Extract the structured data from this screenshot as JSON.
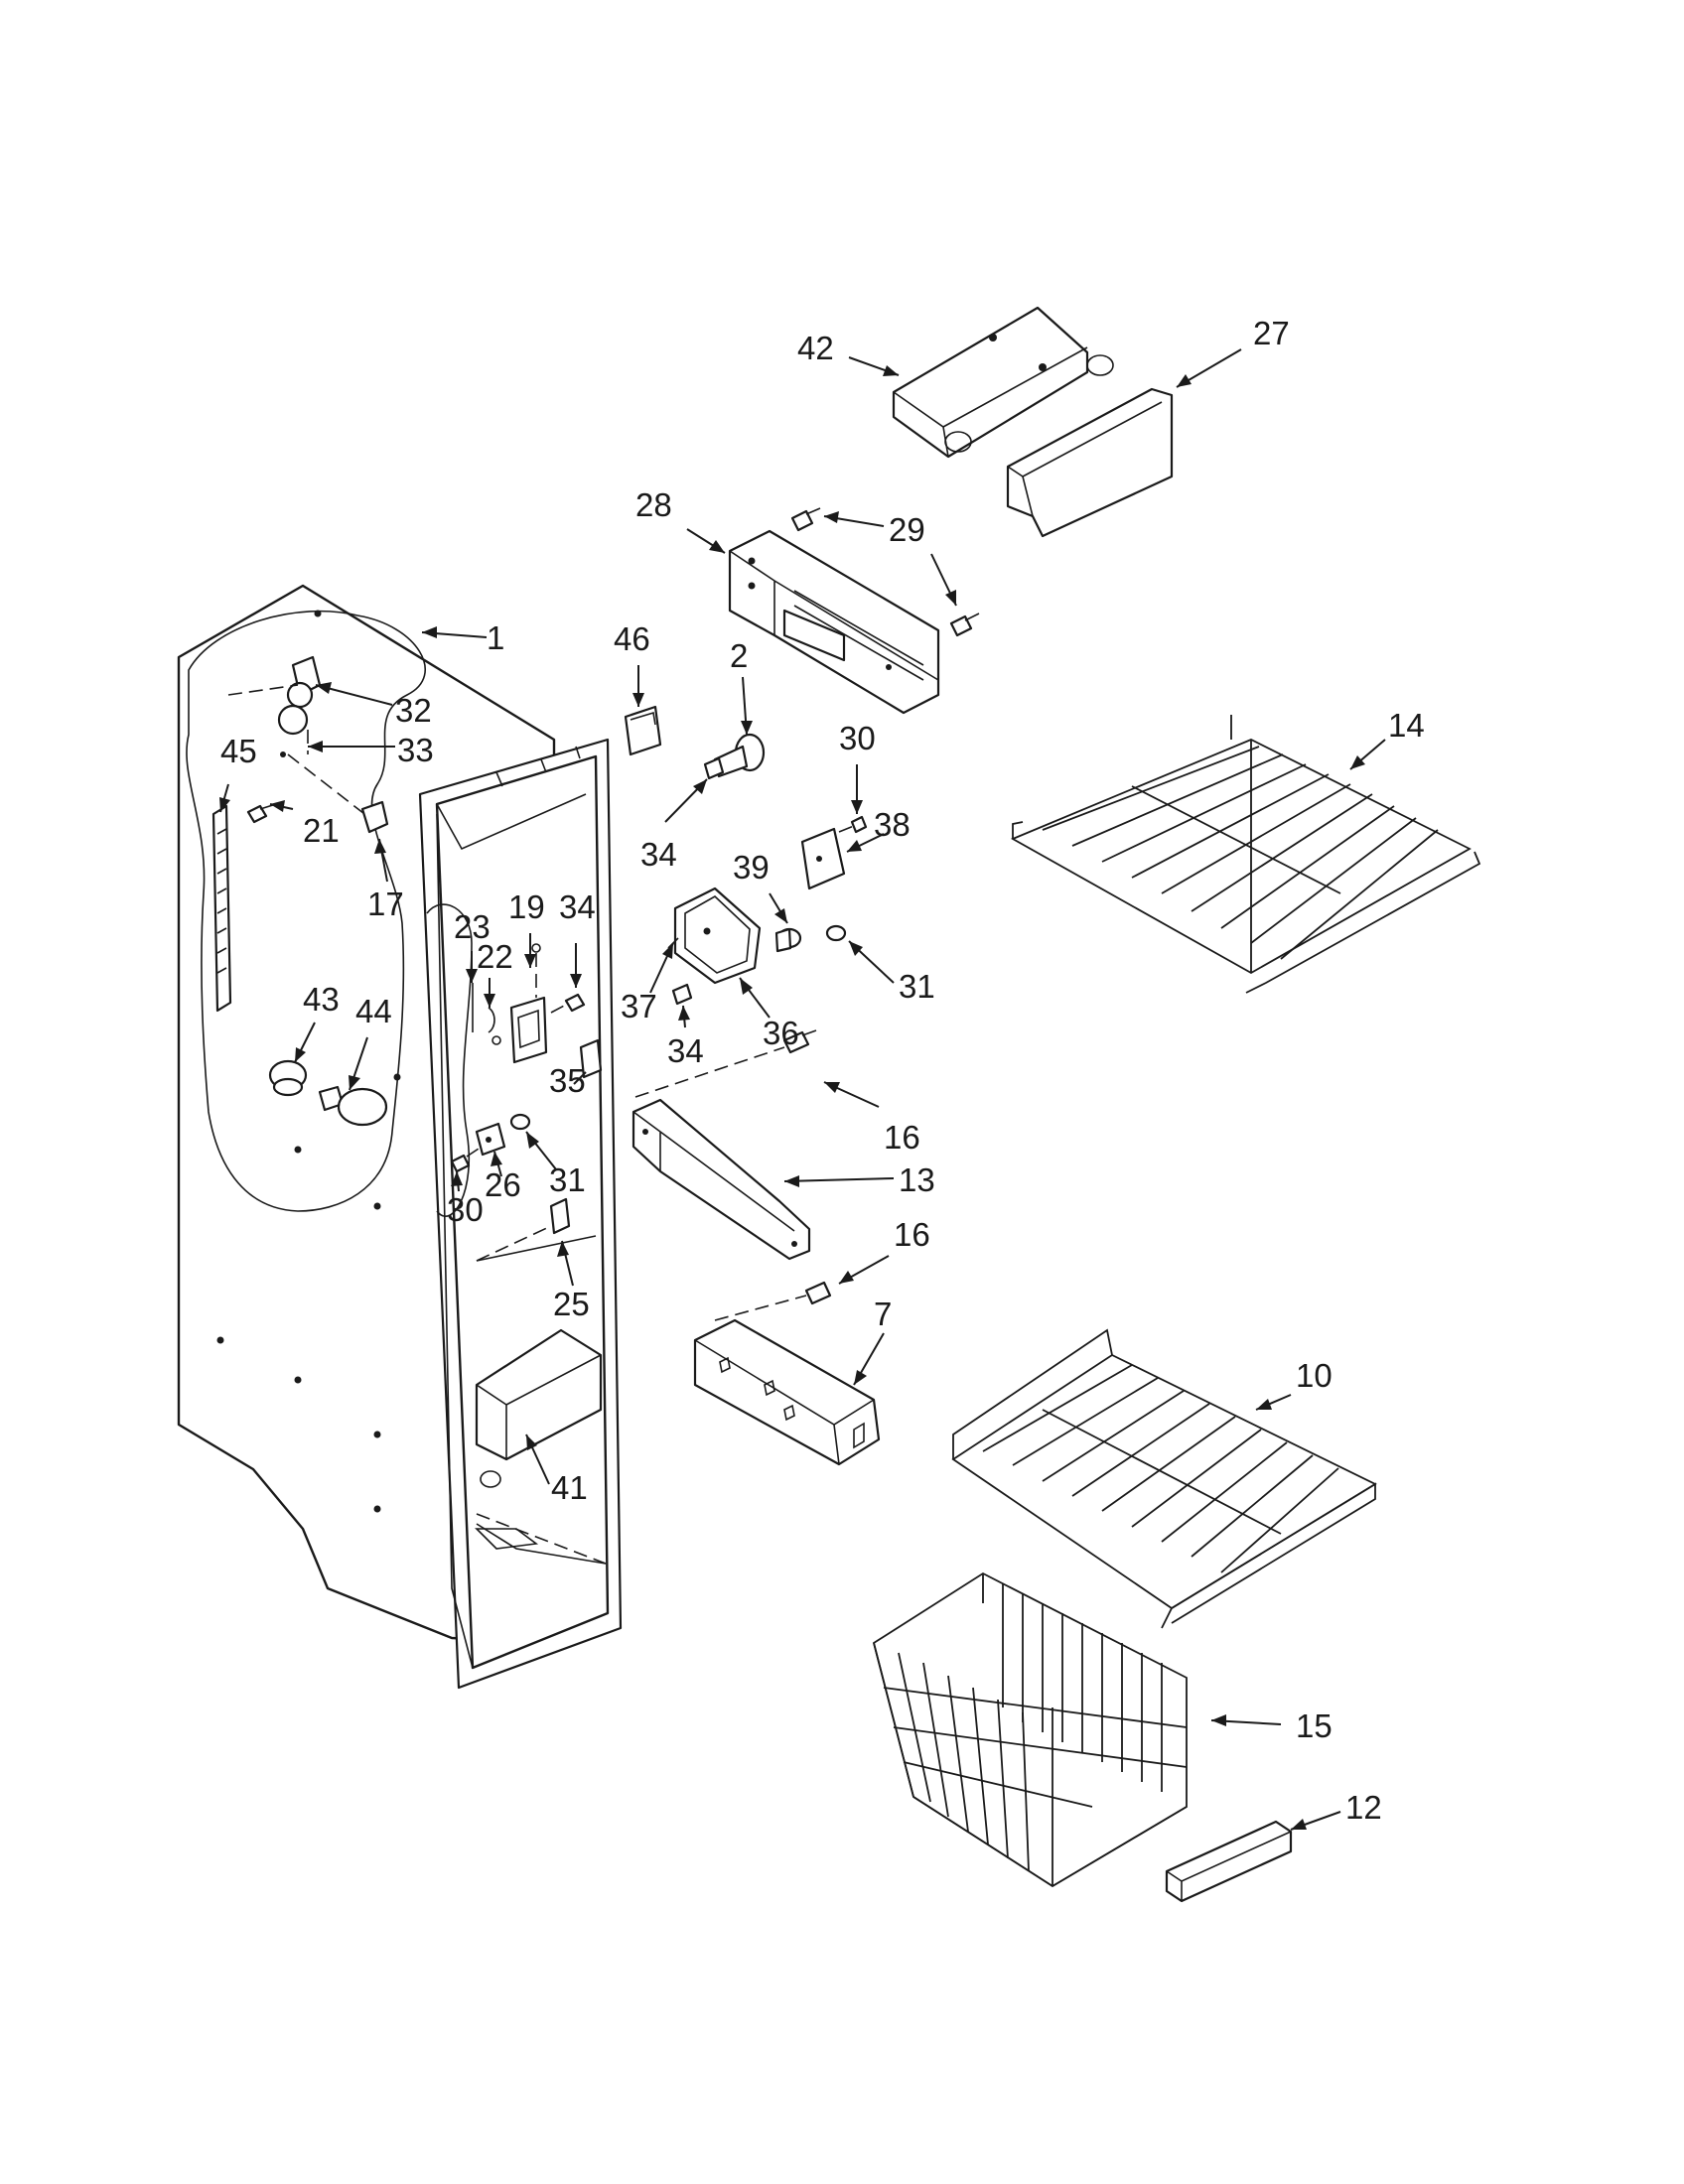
{
  "diagram": {
    "type": "exploded parts diagram",
    "callouts": [
      {
        "id": "c1",
        "text": "1"
      },
      {
        "id": "c2",
        "text": "2"
      },
      {
        "id": "c7",
        "text": "7"
      },
      {
        "id": "c10",
        "text": "10"
      },
      {
        "id": "c12",
        "text": "12"
      },
      {
        "id": "c13",
        "text": "13"
      },
      {
        "id": "c14",
        "text": "14"
      },
      {
        "id": "c15",
        "text": "15"
      },
      {
        "id": "c16a",
        "text": "16"
      },
      {
        "id": "c16b",
        "text": "16"
      },
      {
        "id": "c17",
        "text": "17"
      },
      {
        "id": "c19",
        "text": "19"
      },
      {
        "id": "c21",
        "text": "21"
      },
      {
        "id": "c22",
        "text": "22"
      },
      {
        "id": "c23",
        "text": "23"
      },
      {
        "id": "c25",
        "text": "25"
      },
      {
        "id": "c26",
        "text": "26"
      },
      {
        "id": "c27",
        "text": "27"
      },
      {
        "id": "c28",
        "text": "28"
      },
      {
        "id": "c29",
        "text": "29"
      },
      {
        "id": "c30a",
        "text": "30"
      },
      {
        "id": "c30b",
        "text": "30"
      },
      {
        "id": "c31a",
        "text": "31"
      },
      {
        "id": "c31b",
        "text": "31"
      },
      {
        "id": "c32",
        "text": "32"
      },
      {
        "id": "c33",
        "text": "33"
      },
      {
        "id": "c34a",
        "text": "34"
      },
      {
        "id": "c34b",
        "text": "34"
      },
      {
        "id": "c34c",
        "text": "34"
      },
      {
        "id": "c35",
        "text": "35"
      },
      {
        "id": "c36",
        "text": "36"
      },
      {
        "id": "c37",
        "text": "37"
      },
      {
        "id": "c38",
        "text": "38"
      },
      {
        "id": "c39",
        "text": "39"
      },
      {
        "id": "c41",
        "text": "41"
      },
      {
        "id": "c42",
        "text": "42"
      },
      {
        "id": "c43",
        "text": "43"
      },
      {
        "id": "c44",
        "text": "44"
      },
      {
        "id": "c45",
        "text": "45"
      },
      {
        "id": "c46",
        "text": "46"
      }
    ]
  }
}
